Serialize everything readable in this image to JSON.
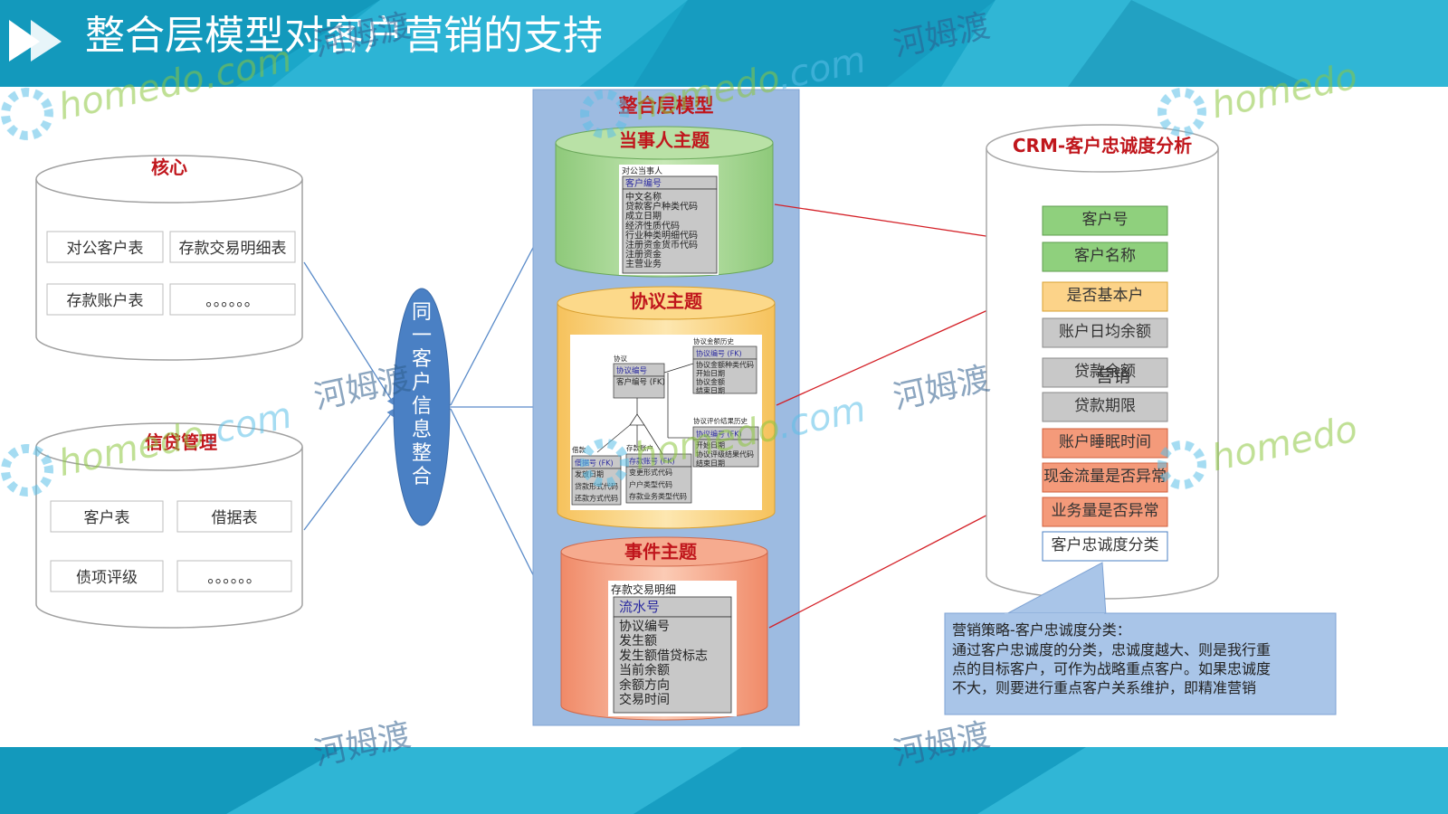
{
  "title": "整合层模型对客户营销的支持",
  "colors": {
    "banner": "#1aa6c9",
    "accent_red": "#c0161c",
    "ellipse": "#4a7fc3",
    "panel": "#9dbbe1"
  },
  "watermarks": [
    {
      "brand": "homedo",
      "suffix": ".com"
    },
    {
      "cn": "河姆渡"
    }
  ],
  "sources": {
    "core": {
      "label": "核心",
      "tables": [
        "对公客户表",
        "存款交易明细表",
        "存款账户表",
        "。。。。。。"
      ]
    },
    "credit": {
      "label": "信贷管理",
      "tables": [
        "客户表",
        "借据表",
        "债项评级",
        "。。。。。。"
      ]
    }
  },
  "integrate": {
    "label": "同一客户信息整合"
  },
  "model": {
    "label": "整合层模型",
    "party": {
      "label": "当事人主题",
      "entity": "对公当事人",
      "pk": "客户编号",
      "fields": [
        "中文名称",
        "贷款客户种类代码",
        "成立日期",
        "经济性质代码",
        "行业种类明细代码",
        "注册资金货币代码",
        "注册资金",
        "主营业务"
      ]
    },
    "agreement": {
      "label": "协议主题",
      "agr": {
        "name": "协议",
        "pk": "协议编号",
        "fields": [
          "客户编号 (FK)"
        ]
      },
      "bal": {
        "name": "协议金额历史",
        "pk": "协议编号 (FK)",
        "fields": [
          "协议金额种类代码",
          "开始日期",
          "协议金额",
          "结束日期"
        ]
      },
      "hist": {
        "name": "协议评价结果历史",
        "pk": "协议编号 (FK)",
        "fields": [
          "开始日期",
          "协议评级结果代码",
          "结束日期"
        ]
      },
      "loan": {
        "name": "借款",
        "pk": "借据号 (FK)",
        "fields": [
          "发放日期",
          "贷款形式代码",
          "还款方式代码"
        ]
      },
      "dep": {
        "name": "存款账户",
        "pk": "存款账号 (FK)",
        "fields": [
          "变更形式代码",
          "户户类型代码",
          "存款业务类型代码"
        ]
      }
    },
    "event": {
      "label": "事件主题",
      "entity": "存款交易明细",
      "pk": "流水号",
      "fields": [
        "协议编号",
        "发生额",
        "发生额借贷标志",
        "当前余额",
        "余额方向",
        "交易时间"
      ]
    }
  },
  "crm": {
    "label": "CRM-客户忠诚度分析",
    "fields": [
      "客户号",
      "客户名称",
      "是否基本户",
      "账户日均余额",
      "贷款余额",
      "贷款期限",
      "账户睡眠时间",
      "现金流量是否异常",
      "业务量是否异常",
      "客户忠诚度分类"
    ],
    "overlay": "营销"
  },
  "note": {
    "title": "营销策略-客户忠诚度分类：",
    "lines": [
      "通过客户忠诚度的分类，忠诚度越大、则是我行重",
      "点的目标客户，可作为战略重点客户。如果忠诚度",
      "不大，则要进行重点客户关系维护，即精准营销"
    ]
  }
}
